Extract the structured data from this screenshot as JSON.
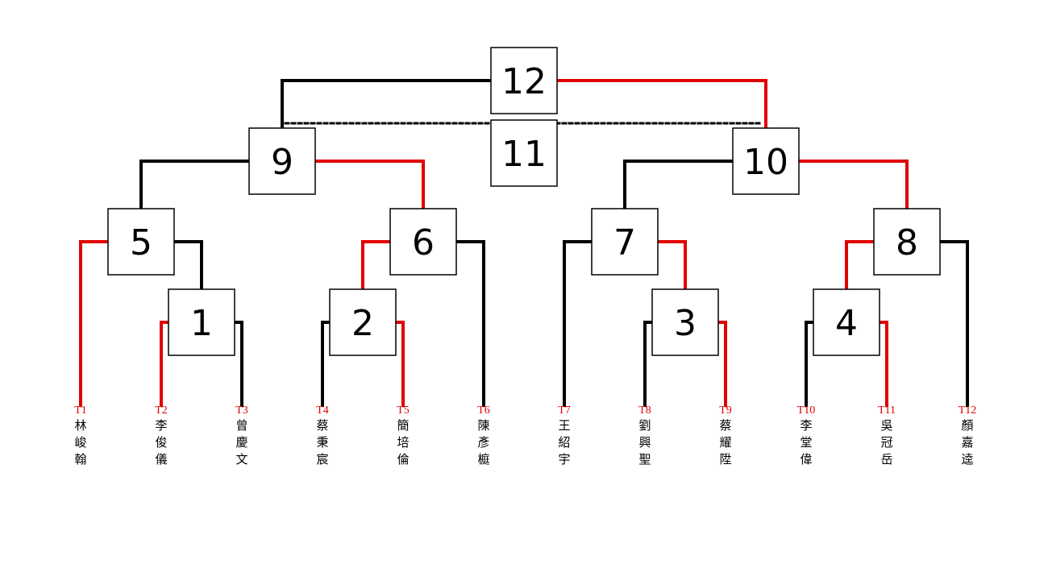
{
  "colors": {
    "win": "#e00000",
    "loss": "#000000",
    "box_border": "#000000"
  },
  "matches": [
    {
      "id": "m12",
      "label": "12"
    },
    {
      "id": "m11",
      "label": "11"
    },
    {
      "id": "m9",
      "label": "9"
    },
    {
      "id": "m10",
      "label": "10"
    },
    {
      "id": "m5",
      "label": "5"
    },
    {
      "id": "m6",
      "label": "6"
    },
    {
      "id": "m7",
      "label": "7"
    },
    {
      "id": "m8",
      "label": "8"
    },
    {
      "id": "m1",
      "label": "1"
    },
    {
      "id": "m2",
      "label": "2"
    },
    {
      "id": "m3",
      "label": "3"
    },
    {
      "id": "m4",
      "label": "4"
    }
  ],
  "players": [
    {
      "seed": "T1",
      "name": [
        "林",
        "峻",
        "翰"
      ],
      "seed_color": "#e00000"
    },
    {
      "seed": "T2",
      "name": [
        "李",
        "俊",
        "儀"
      ],
      "seed_color": "#e00000"
    },
    {
      "seed": "T3",
      "name": [
        "曾",
        "慶",
        "文"
      ],
      "seed_color": "#e00000"
    },
    {
      "seed": "T4",
      "name": [
        "蔡",
        "秉",
        "宸"
      ],
      "seed_color": "#e00000"
    },
    {
      "seed": "T5",
      "name": [
        "簡",
        "培",
        "倫"
      ],
      "seed_color": "#e00000"
    },
    {
      "seed": "T6",
      "name": [
        "陳",
        "彥",
        "榳"
      ],
      "seed_color": "#e00000"
    },
    {
      "seed": "T7",
      "name": [
        "王",
        "紹",
        "宇"
      ],
      "seed_color": "#e00000"
    },
    {
      "seed": "T8",
      "name": [
        "劉",
        "興",
        "聖"
      ],
      "seed_color": "#e00000"
    },
    {
      "seed": "T9",
      "name": [
        "蔡",
        "耀",
        "陞"
      ],
      "seed_color": "#e00000"
    },
    {
      "seed": "T10",
      "name": [
        "李",
        "堂",
        "偉"
      ],
      "seed_color": "#e00000"
    },
    {
      "seed": "T11",
      "name": [
        "吳",
        "冠",
        "岳"
      ],
      "seed_color": "#e00000"
    },
    {
      "seed": "T12",
      "name": [
        "顏",
        "嘉",
        "逵"
      ],
      "seed_color": "#e00000"
    }
  ]
}
